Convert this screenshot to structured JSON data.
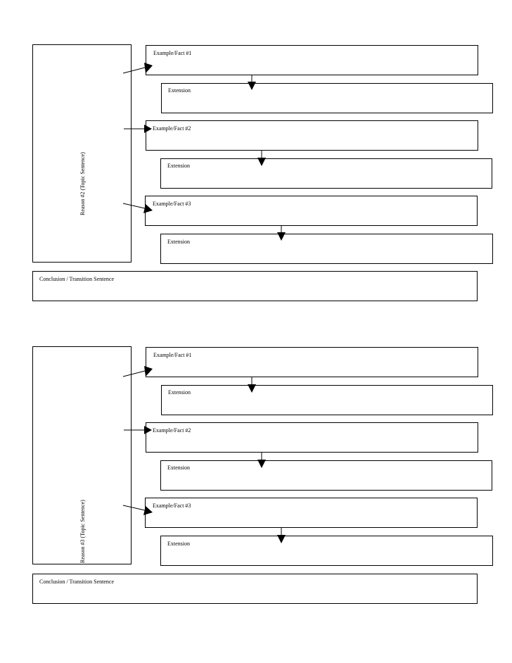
{
  "organizers": [
    {
      "reason_label": "Reason #2 (Topic Sentence)",
      "rows": [
        {
          "fact_label": "Example/Fact #1",
          "extension_label": "Extension"
        },
        {
          "fact_label": "Example/Fact #2",
          "extension_label": "Extension"
        },
        {
          "fact_label": "Example/Fact #3",
          "extension_label": "Extension"
        }
      ],
      "conclusion_label": "Conclusion / Transition Sentence"
    },
    {
      "reason_label": "Reason #3 (Topic Sentence)",
      "rows": [
        {
          "fact_label": "Example/Fact #1",
          "extension_label": "Extension"
        },
        {
          "fact_label": "Example/Fact #2",
          "extension_label": "Extension"
        },
        {
          "fact_label": "Example/Fact #3",
          "extension_label": "Extension"
        }
      ],
      "conclusion_label": "Conclusion / Transition Sentence"
    }
  ]
}
